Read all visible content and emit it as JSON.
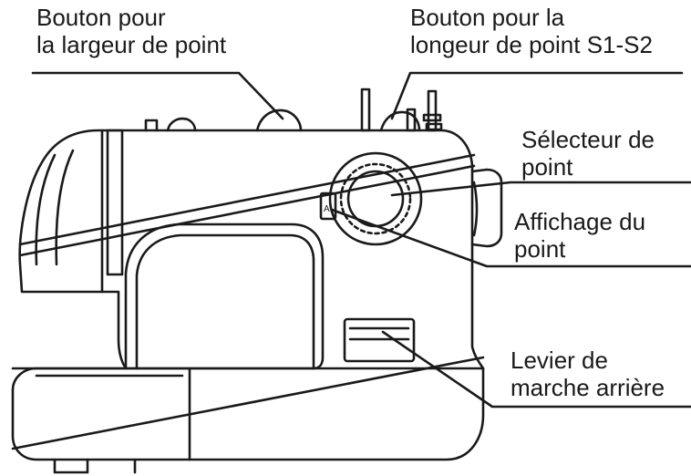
{
  "labels": {
    "stitch_width_knob": {
      "line1": "Bouton pour",
      "line2": "la largeur de point"
    },
    "stitch_length_knob": {
      "line1": "Bouton pour la",
      "line2": "longeur de point S1-S2"
    },
    "pattern_selector": {
      "line1": "Sélecteur de",
      "line2": "point"
    },
    "stitch_display": {
      "line1": "Affichage du",
      "line2": "point"
    },
    "reverse_lever": {
      "line1": "Levier de",
      "line2": "marche arrière"
    }
  },
  "display_window": {
    "text": "A"
  },
  "colors": {
    "ink": "#1a1a1a",
    "background": "#ffffff"
  }
}
